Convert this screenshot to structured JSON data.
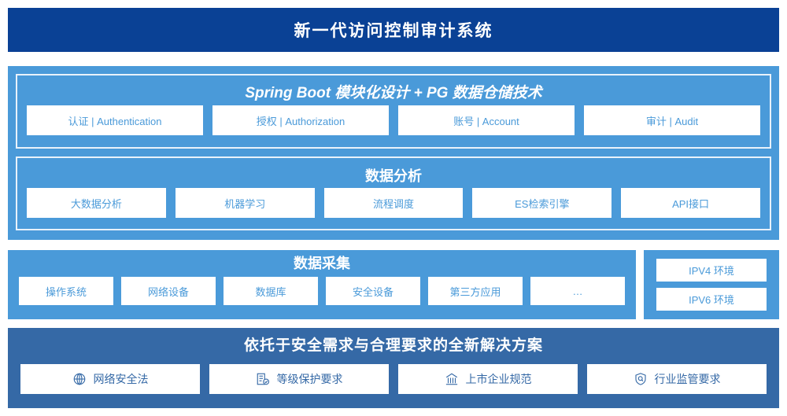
{
  "header": {
    "title": "新一代访问控制审计系统",
    "bg_color": "#0a4195"
  },
  "colors": {
    "navy": "#0a4195",
    "light_blue": "#4a9ad9",
    "mid_blue": "#3569a6",
    "white": "#ffffff"
  },
  "application_layer": {
    "auth_group": {
      "title": "Spring Boot 模块化设计 + PG 数据仓储技术",
      "items": [
        {
          "label": "认证 | Authentication"
        },
        {
          "label": "授权 | Authorization"
        },
        {
          "label": "账号 | Account"
        },
        {
          "label": "审计 | Audit"
        }
      ]
    },
    "analytics_group": {
      "title": "数据分析",
      "items": [
        {
          "label": "大数据分析"
        },
        {
          "label": "机器学习"
        },
        {
          "label": "流程调度"
        },
        {
          "label": "ES检索引擎"
        },
        {
          "label": "API接口"
        }
      ]
    }
  },
  "collection_layer": {
    "title": "数据采集",
    "items": [
      {
        "label": "操作系统"
      },
      {
        "label": "网络设备"
      },
      {
        "label": "数据库"
      },
      {
        "label": "安全设备"
      },
      {
        "label": "第三方应用"
      },
      {
        "label": "…"
      }
    ]
  },
  "environment_panel": {
    "items": [
      {
        "label": "IPV4 环境"
      },
      {
        "label": "IPV6 环境"
      }
    ]
  },
  "solution_layer": {
    "title": "依托于安全需求与合理要求的全新解决方案",
    "items": [
      {
        "label": "网络安全法",
        "icon": "globe-network-icon"
      },
      {
        "label": "等级保护要求",
        "icon": "document-check-icon"
      },
      {
        "label": "上市企业规范",
        "icon": "bank-building-icon"
      },
      {
        "label": "行业监管要求",
        "icon": "shield-search-icon"
      }
    ]
  }
}
